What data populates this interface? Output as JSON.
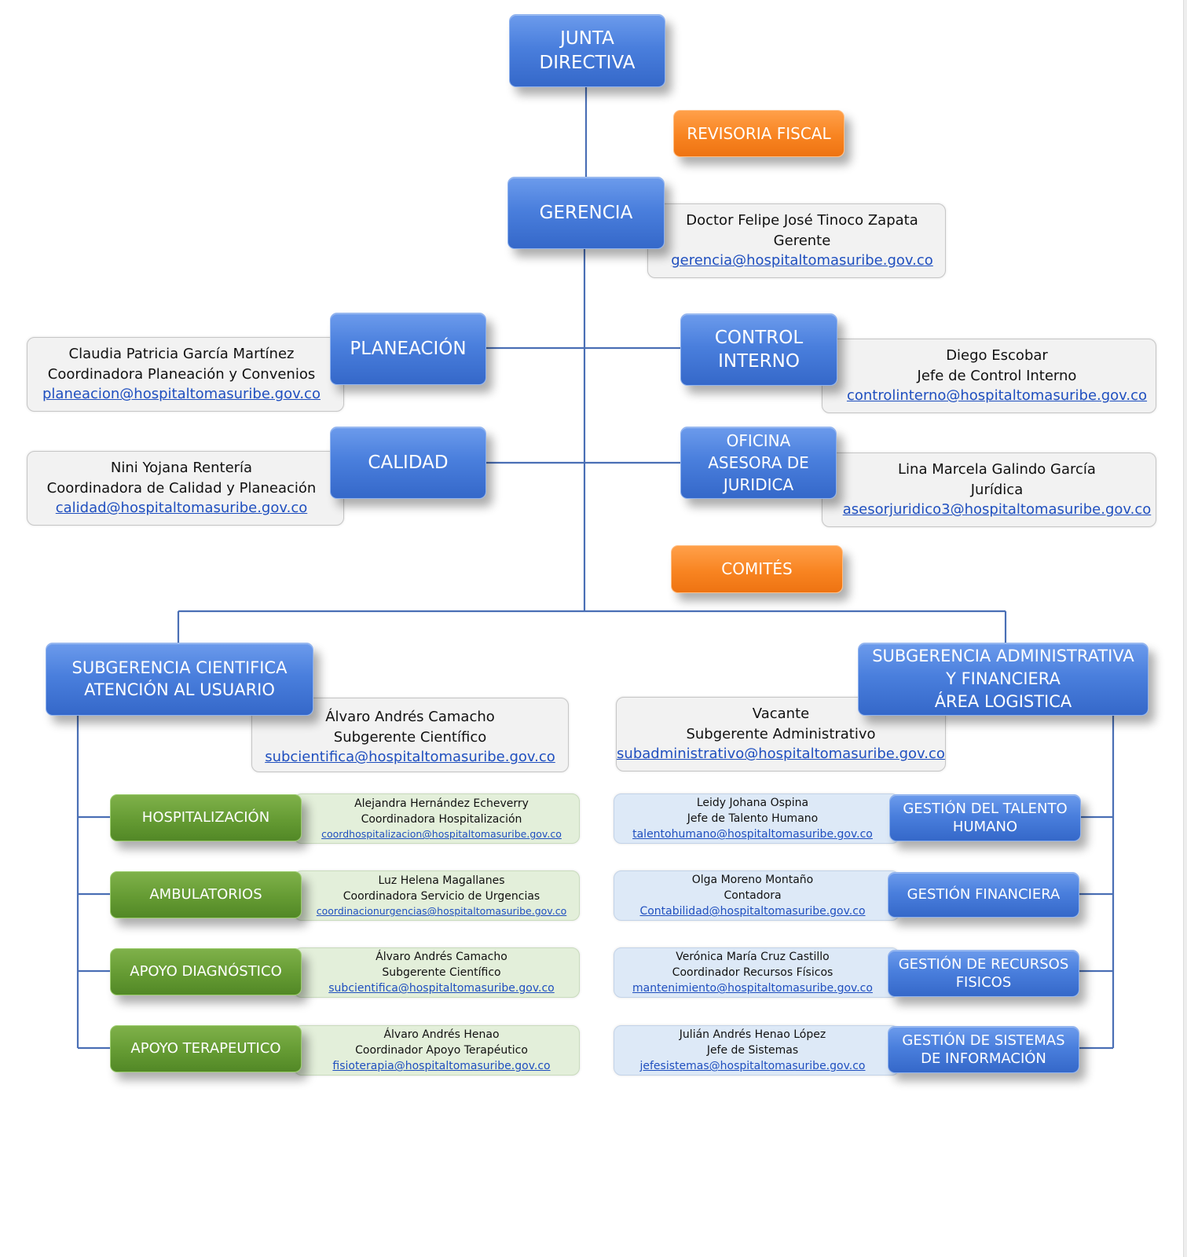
{
  "units": {
    "junta": "JUNTA\nDIRECTIVA",
    "revisoria": "REVISORIA FISCAL",
    "gerencia": "GERENCIA",
    "planeacion": "PLANEACIÓN",
    "control": "CONTROL\nINTERNO",
    "calidad": "CALIDAD",
    "oficina": "OFICINA\nASESORA DE\nJURIDICA",
    "comites": "COMITÉS",
    "sub_cientifica": "SUBGERENCIA CIENTIFICA\nATENCIÓN AL USUARIO",
    "sub_admin": "SUBGERENCIA ADMINISTRATIVA\nY FINANCIERA\nÁREA LOGISTICA",
    "hospitalizacion": "HOSPITALIZACIÓN",
    "ambulatorios": "AMBULATORIOS",
    "apoyo_diag": "APOYO DIAGNÓSTICO",
    "apoyo_terap": "APOYO TERAPEUTICO",
    "talento": "GESTIÓN DEL TALENTO\nHUMANO",
    "financiera": "GESTIÓN FINANCIERA",
    "recursos": "GESTIÓN DE RECURSOS\nFISICOS",
    "sistemas": "GESTIÓN DE SISTEMAS\nDE INFORMACIÓN"
  },
  "contacts": {
    "gerencia": {
      "name": "Doctor Felipe José Tinoco Zapata",
      "role": "Gerente",
      "email": "gerencia@hospitaltomasuribe.gov.co"
    },
    "planeacion": {
      "name": "Claudia Patricia García Martínez",
      "role": "Coordinadora Planeación y Convenios",
      "email": "planeacion@hospitaltomasuribe.gov.co"
    },
    "control": {
      "name": "Diego Escobar",
      "role": "Jefe de Control Interno",
      "email": "controlinterno@hospitaltomasuribe.gov.co"
    },
    "calidad": {
      "name": "Nini Yojana Rentería",
      "role": "Coordinadora de Calidad y Planeación",
      "email": "calidad@hospitaltomasuribe.gov.co"
    },
    "juridica": {
      "name": "Lina Marcela Galindo García",
      "role": "Jurídica",
      "email": "asesorjuridico3@hospitaltomasuribe.gov.co"
    },
    "sub_cientifica": {
      "name": "Álvaro Andrés Camacho",
      "role": "Subgerente Científico",
      "email": "subcientifica@hospitaltomasuribe.gov.co"
    },
    "sub_admin": {
      "name": "Vacante",
      "role": "Subgerente Administrativo",
      "email": "subadministrativo@hospitaltomasuribe.gov.co"
    },
    "hospitalizacion": {
      "name": "Alejandra Hernández Echeverry",
      "role": "Coordinadora Hospitalización",
      "email": "coordhospitalizacion@hospitaltomasuribe.gov.co"
    },
    "ambulatorios": {
      "name": "Luz Helena Magallanes",
      "role": "Coordinadora Servicio de Urgencias",
      "email": "coordinacionurgencias@hospitaltomasuribe.gov.co"
    },
    "apoyo_diag": {
      "name": "Álvaro Andrés Camacho",
      "role": "Subgerente Científico",
      "email": "subcientifica@hospitaltomasuribe.gov.co"
    },
    "apoyo_terap": {
      "name": "Álvaro Andrés Henao",
      "role": "Coordinador Apoyo Terapéutico",
      "email": "fisioterapia@hospitaltomasuribe.gov.co"
    },
    "talento": {
      "name": "Leidy Johana Ospina",
      "role": "Jefe de Talento Humano",
      "email": "talentohumano@hospitaltomasuribe.gov.co"
    },
    "financiera": {
      "name": "Olga Moreno Montaño",
      "role": "Contadora",
      "email": "Contabilidad@hospitaltomasuribe.gov.co"
    },
    "recursos": {
      "name": "Verónica María Cruz Castillo",
      "role": "Coordinador Recursos Físicos",
      "email": "mantenimiento@hospitaltomasuribe.gov.co"
    },
    "sistemas": {
      "name": "Julián Andrés Henao López",
      "role": "Jefe de Sistemas",
      "email": "jefesistemas@hospitaltomasuribe.gov.co"
    }
  },
  "colors": {
    "line": "#4a6fb5",
    "blue_box": "#4a7fdd",
    "orange_box": "#f88421",
    "green_box": "#659b33",
    "link": "#1f4fbf"
  }
}
